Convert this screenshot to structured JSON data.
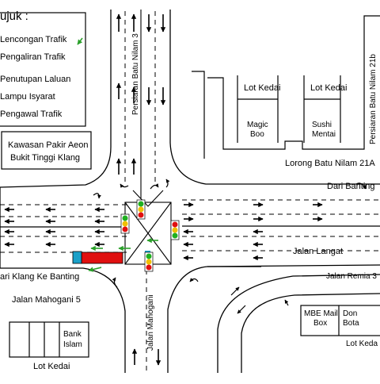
{
  "legend": {
    "title": "ujuk :",
    "items": [
      {
        "label": "Lencongan Trafik",
        "icon": "arrow-green-icon",
        "color": "#2aa02a"
      },
      {
        "label": "Pengaliran Trafik",
        "icon": "arrow-black-icon",
        "color": "#000000"
      },
      {
        "label": "Penutupan Laluan",
        "icon": "barrier-icon",
        "color": "#e01010"
      },
      {
        "label": "Lampu Isyarat",
        "icon": "traffic-light-icon",
        "color": "#f0c000"
      },
      {
        "label": "Pengawal Trafik",
        "icon": "traffic-controller-icon",
        "color": "#1aa0c8"
      }
    ]
  },
  "places": {
    "parking_line1": "Kawasan Pakir Aeon",
    "parking_line2": "Bukit Tinggi Klang",
    "shop1": "Lot Kedai",
    "shop2": "Lot Kedai",
    "magic_line1": "Magic",
    "magic_line2": "Boo",
    "sushi_line1": "Sushi",
    "sushi_line2": "Mentai",
    "bank_line1": "Bank",
    "bank_line2": "Islam",
    "lot_kedai_bl": "Lot Kedai",
    "lot_kedai_br": "Lot Keda",
    "mbe_line1": "MBE Mail",
    "mbe_line2": "Box",
    "dom_line1": "Don",
    "dom_line2": "Bota"
  },
  "roads": {
    "persiaran_nilam3": "Persiaran Batu Nilam 3",
    "persiaran_nilam21b": "Persiaran Batu Nilam 21b",
    "lorong": "Lorong Batu Nilam 21A",
    "dari_banting": "Dari Banting",
    "jalan_langat": "Jalan Langat",
    "jalan_remia": "Jalan Remia 3",
    "dari_klang": "ari Klang Ke Banting",
    "jalan_mahogani5": "Jalan Mahogani 5",
    "jalan_mahogani": "Jalan Mahogani"
  },
  "colors": {
    "detour": "#2aa02a",
    "closure": "#e01010",
    "controller": "#1aa0c8",
    "light_red": "#e01010",
    "light_yellow": "#f0c000",
    "light_green": "#20b020"
  }
}
